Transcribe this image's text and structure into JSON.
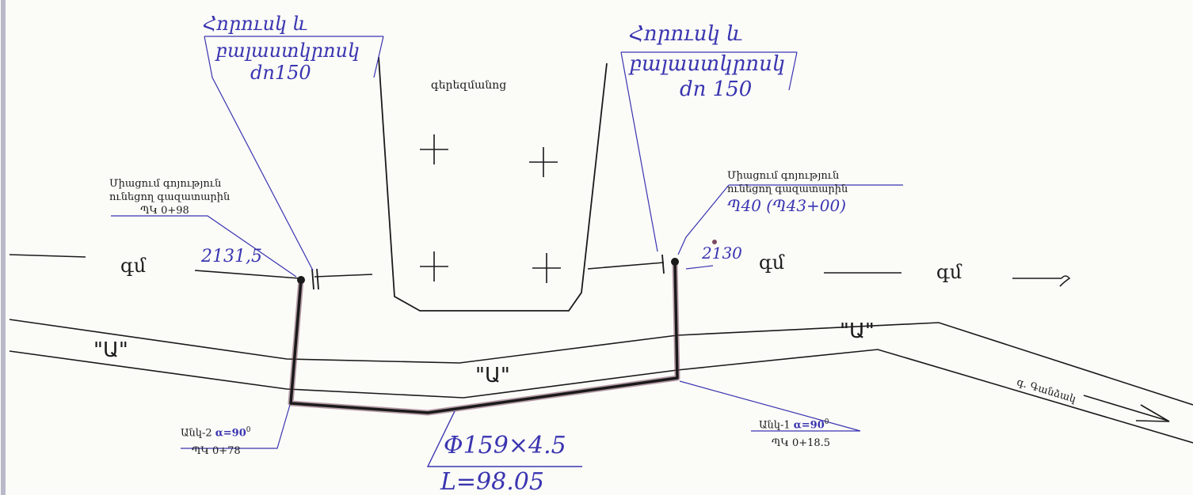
{
  "labels": {
    "valve_left": {
      "line1": "Հորուսկ և",
      "line2": "բալաստկրոսկ",
      "line3": "dn150"
    },
    "valve_right": {
      "line1": "Հորուսկ և",
      "line2": "բալաստկրոսկ",
      "line3": "dn 150"
    },
    "cemetery": "գերեզմանոց",
    "conn_left": {
      "line1": "Միացում գոյություն",
      "line2": "ունեցող գազատարին",
      "line3": "ՊԿ 0+98"
    },
    "conn_right": {
      "line1": "Միացում գոյություն",
      "line2": "ունեցող գազատարին",
      "line3": "Պ40 (Պ43+00)"
    },
    "elev_left": "2131,5",
    "elev_right": "2130",
    "gas_line": [
      "գմ",
      "գմ",
      "գմ"
    ],
    "road": [
      "\"Ա\"",
      "\"Ա\"",
      "\"Ա\""
    ],
    "direction": "գ. Գանձակ",
    "bend_left": {
      "name": "Անկ-2",
      "angle": "α=90",
      "deg": "0",
      "pk": "ՊԿ 0+78"
    },
    "bend_right": {
      "name": "Անկ-1",
      "angle": "α=90",
      "deg": "0",
      "pk": "ՊԿ 0+18.5"
    },
    "pipe": {
      "size": "Φ159×4.5",
      "length": "L=98.05"
    }
  },
  "colors": {
    "ink": "#1a1a1a",
    "handwriting": "#3a35b0",
    "pipe_new": "#1a1a1a",
    "pipe_shadow": "#7a4a60"
  }
}
